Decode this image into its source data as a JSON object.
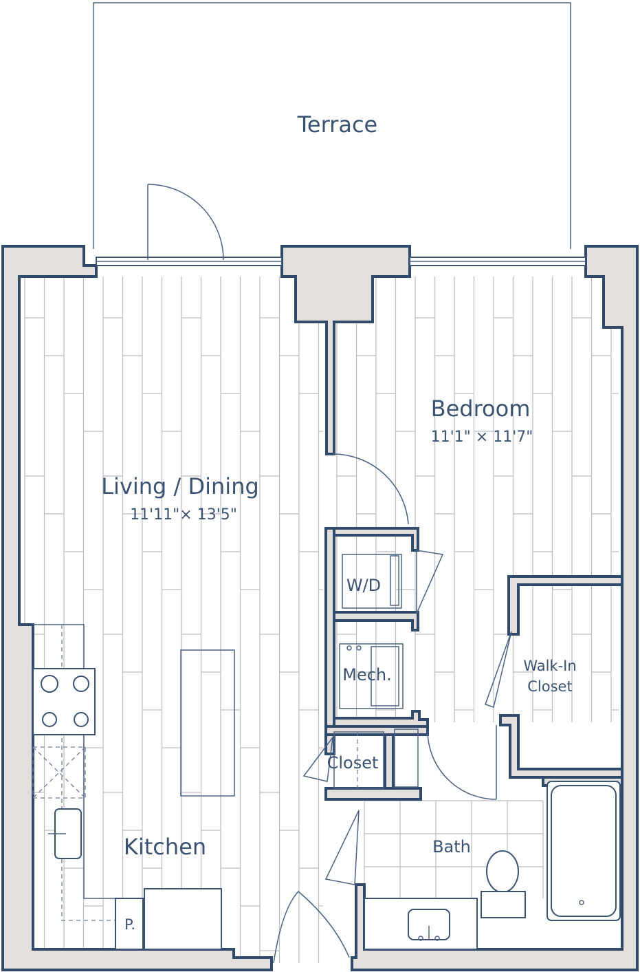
{
  "rooms": {
    "terrace": {
      "name": "Terrace"
    },
    "bedroom": {
      "name": "Bedroom",
      "dims": "11'1\" × 11'7\""
    },
    "living": {
      "name": "Living / Dining",
      "dims": "11'11\"× 13'5\""
    },
    "kitchen": {
      "name": "Kitchen"
    },
    "washer_dryer": {
      "name": "W/D"
    },
    "mech": {
      "name": "Mech."
    },
    "closet": {
      "name": "Closet"
    },
    "walkin": {
      "name_line1": "Walk-In",
      "name_line2": "Closet"
    },
    "bath": {
      "name": "Bath"
    },
    "pantry": {
      "name": "P."
    }
  },
  "colors": {
    "wall_fill": "#e4dedd",
    "wall_outline": "#2f4a6b",
    "label": "#3b5372",
    "floor_lines": "#b9bcc3"
  }
}
